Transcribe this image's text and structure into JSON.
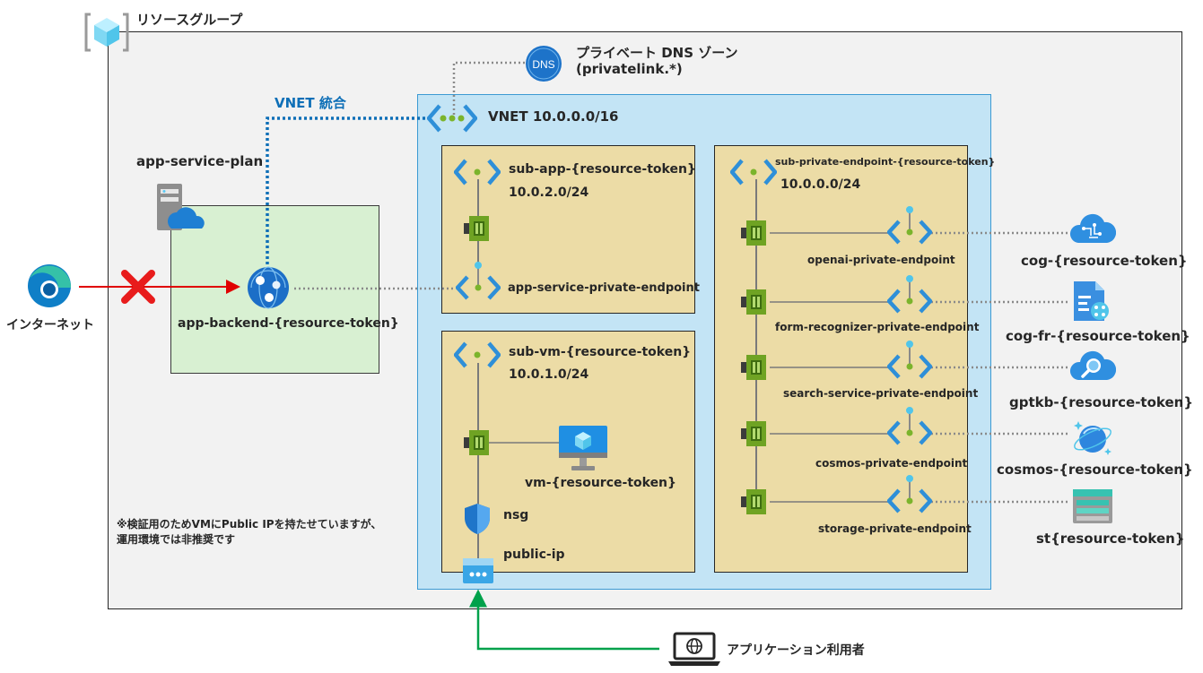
{
  "resource_group": {
    "label": "リソースグループ"
  },
  "dns_zone": {
    "icon_text": "DNS",
    "title": "プライベート DNS ゾーン",
    "subtitle": "(privatelink.*)"
  },
  "vnet": {
    "label": "VNET 10.0.0.0/16",
    "integration_label": "VNET 統合"
  },
  "app_service_plan": {
    "label": "app-service-plan"
  },
  "app_backend": {
    "label": "app-backend-{resource-token}"
  },
  "internet": {
    "label": "インターネット"
  },
  "subnets": {
    "app": {
      "name": "sub-app-{resource-token}",
      "cidr": "10.0.2.0/24",
      "endpoint": "app-service-private-endpoint"
    },
    "vm": {
      "name": "sub-vm-{resource-token}",
      "cidr": "10.0.1.0/24",
      "vm": "vm-{resource-token}",
      "nsg": "nsg",
      "public_ip": "public-ip"
    },
    "private_endpoint": {
      "name": "sub-private-endpoint-{resource-token}",
      "cidr": "10.0.0.0/24",
      "endpoints": [
        {
          "endpoint": "openai-private-endpoint",
          "service": "cog-{resource-token}",
          "icon": "cognitive-services-icon"
        },
        {
          "endpoint": "form-recognizer-private-endpoint",
          "service": "cog-fr-{resource-token}",
          "icon": "form-recognizer-icon"
        },
        {
          "endpoint": "search-service-private-endpoint",
          "service": "gptkb-{resource-token}",
          "icon": "search-service-icon"
        },
        {
          "endpoint": "cosmos-private-endpoint",
          "service": "cosmos-{resource-token}",
          "icon": "cosmos-db-icon"
        },
        {
          "endpoint": "storage-private-endpoint",
          "service": "st{resource-token}",
          "icon": "storage-account-icon"
        }
      ]
    }
  },
  "note": {
    "line1": "※検証用のためVMにPublic IPを持たせていますが、",
    "line2": "運用環境では非推奨です"
  },
  "app_user": {
    "label": "アプリケーション利用者"
  },
  "colors": {
    "vnet_fill": "#c3e4f5",
    "subnet_fill": "#ecdca6",
    "app_box_fill": "#d8f0d2",
    "resource_group_fill": "#f2f2f2",
    "blocked_red": "#e00000",
    "user_green": "#00a14b",
    "integration_blue": "#0e6fb7"
  }
}
